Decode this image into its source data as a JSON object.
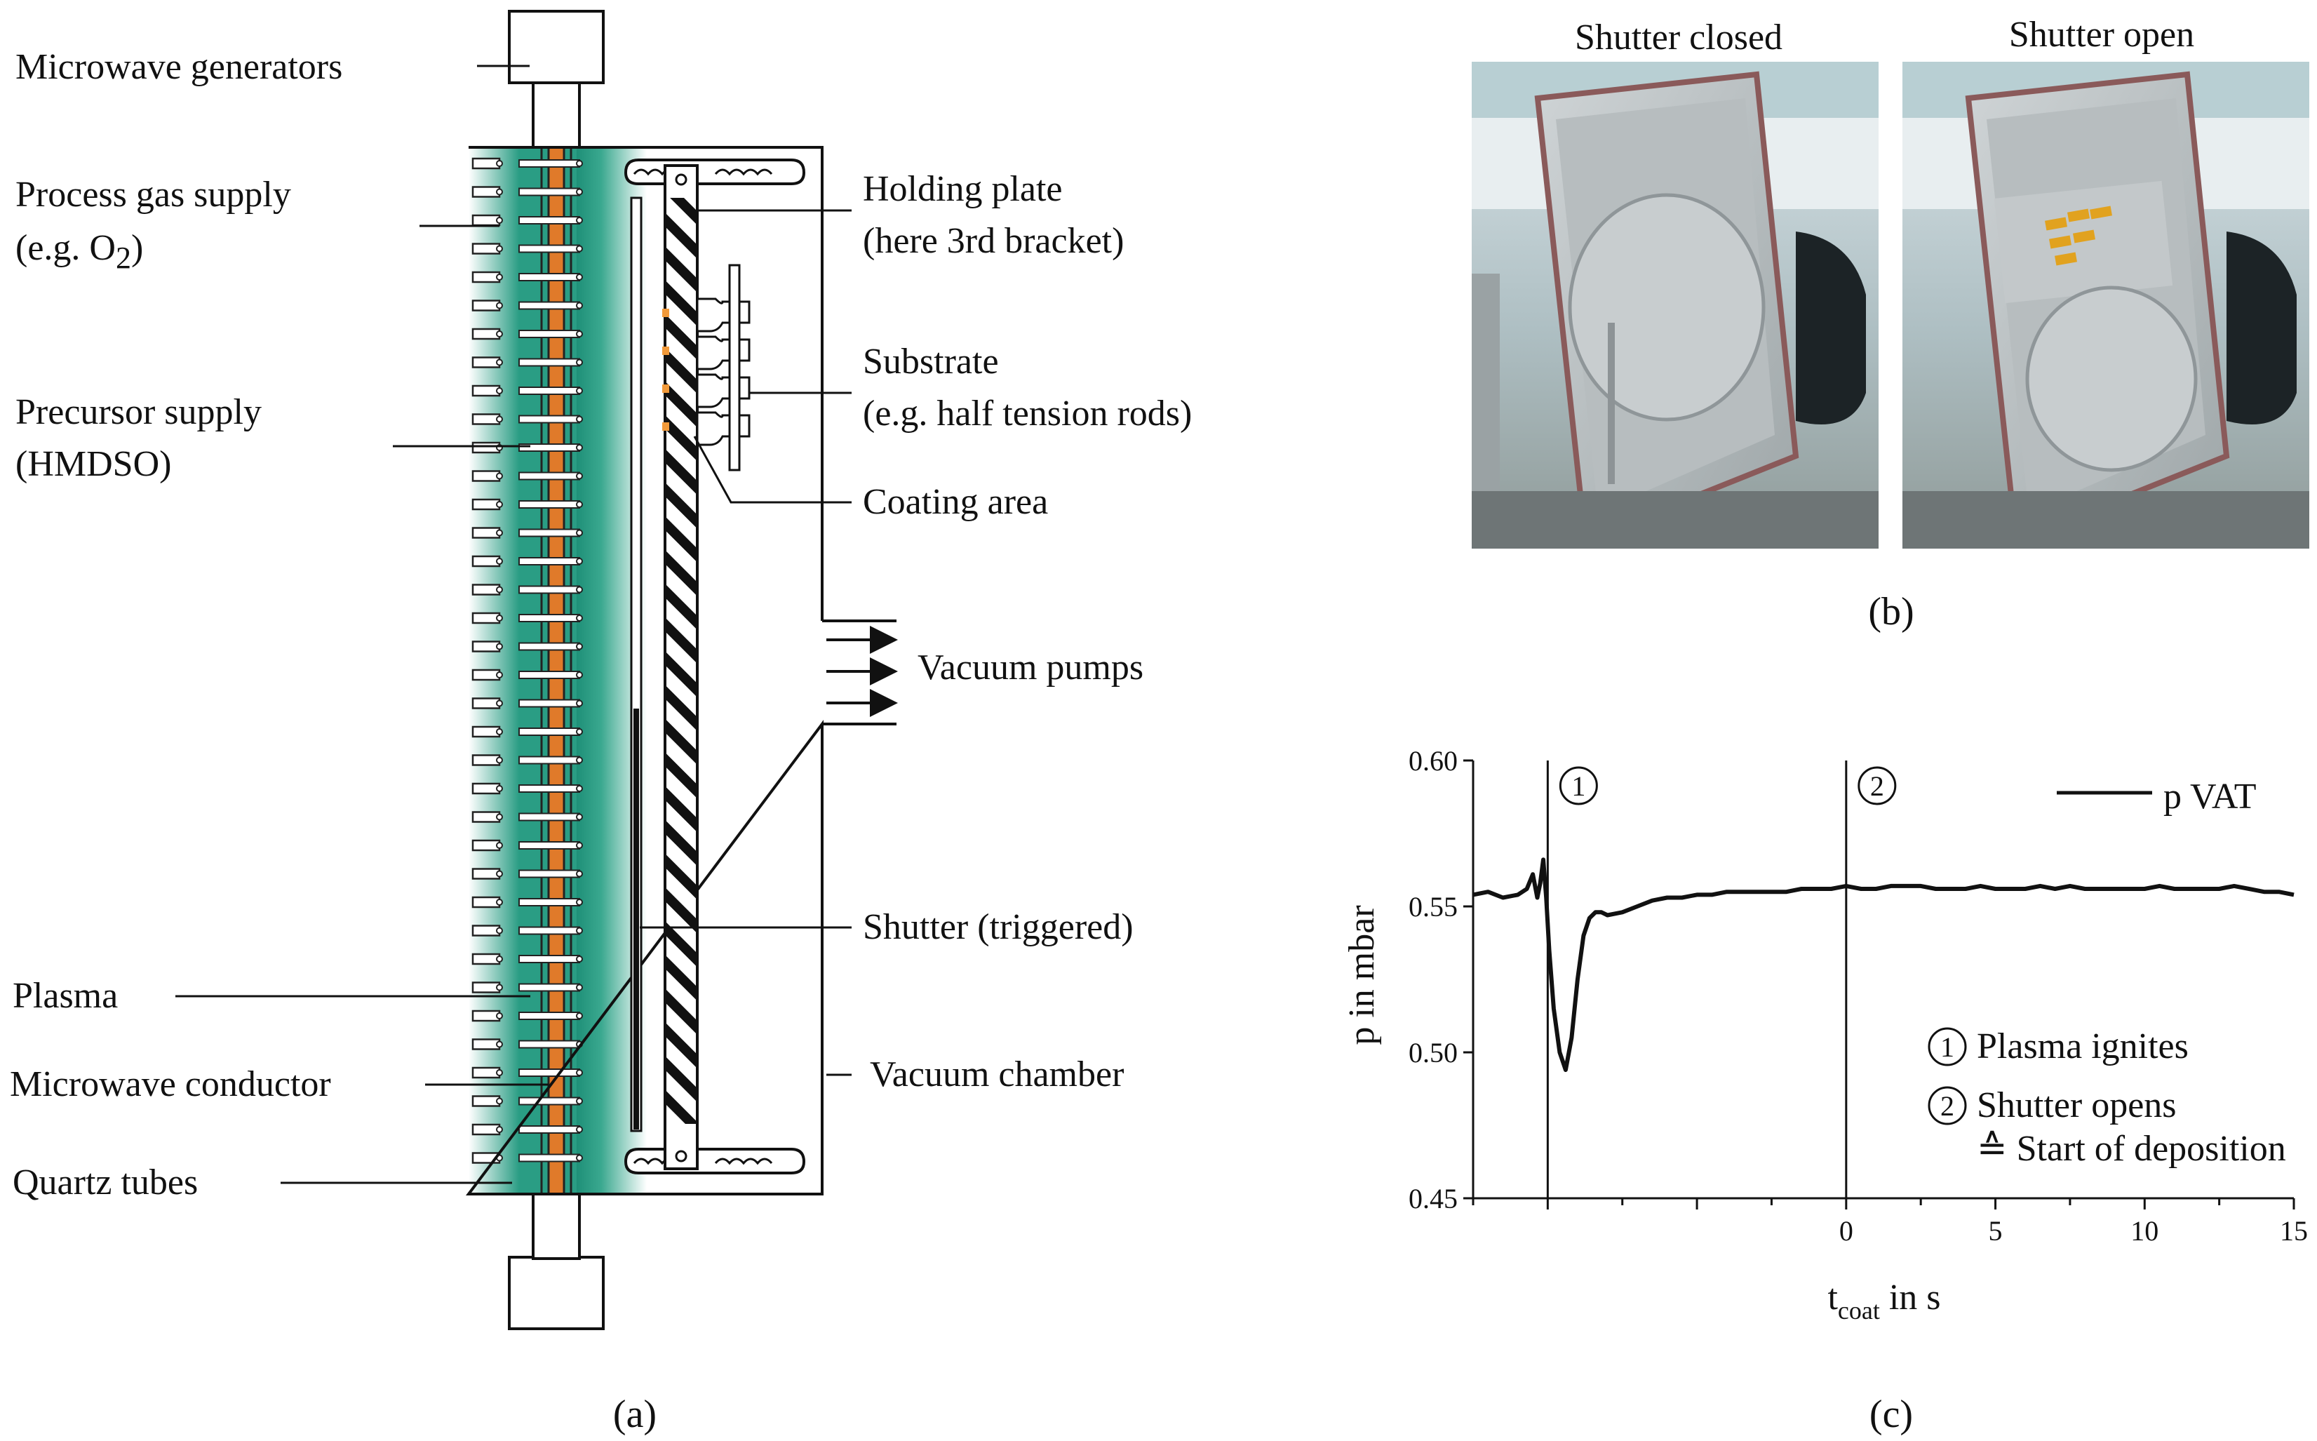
{
  "diagram": {
    "labels": {
      "microwave_generators": "Microwave generators",
      "process_gas_supply": "Process gas supply",
      "process_gas_example": "(e.g. O",
      "process_gas_sub": "2",
      "process_gas_close": ")",
      "precursor_supply": "Precursor supply",
      "precursor_name": "(HMDSO)",
      "plasma": "Plasma",
      "microwave_conductor": "Microwave conductor",
      "quartz_tubes": "Quartz tubes",
      "holding_plate": "Holding plate",
      "holding_plate_note": "(here 3rd bracket)",
      "substrate": "Substrate",
      "substrate_note": "(e.g. half tension rods)",
      "coating_area": "Coating area",
      "vacuum_pumps": "Vacuum pumps",
      "shutter": "Shutter (triggered)",
      "vacuum_chamber": "Vacuum chamber"
    },
    "captions": {
      "a": "(a)",
      "b": "(b)",
      "c": "(c)"
    },
    "colors": {
      "plasma": "#2a9d84",
      "conductor": "#e07a2a",
      "coating": "#f29a3a"
    }
  },
  "photos": {
    "closed_title": "Shutter closed",
    "open_title": "Shutter open"
  },
  "chart_data": {
    "type": "line",
    "xlabel_main": "t",
    "xlabel_sub": "coat",
    "xlabel_unit": " in s",
    "ylabel": "p in mbar",
    "xlim": [
      -12.5,
      15
    ],
    "ylim": [
      0.45,
      0.6
    ],
    "xticks": [
      0,
      5,
      10,
      15
    ],
    "yticks": [
      "0.45",
      "0.50",
      "0.55",
      "0.60"
    ],
    "legend": "p VAT",
    "events": [
      {
        "marker": "1",
        "x": -10,
        "text": "Plasma ignites"
      },
      {
        "marker": "2",
        "x": 0,
        "text": "Shutter opens",
        "text2": "≙ Start of deposition"
      }
    ],
    "series": [
      {
        "x": [
          -12.5,
          -12,
          -11.5,
          -11,
          -10.7,
          -10.5,
          -10.35,
          -10.25,
          -10.15,
          -10.05,
          -9.95,
          -9.8,
          -9.6,
          -9.4,
          -9.2,
          -9.0,
          -8.8,
          -8.6,
          -8.4,
          -8.2,
          -8.0,
          -7.5,
          -7.0,
          -6.5,
          -6.0,
          -5.5,
          -5.0,
          -4.5,
          -4.0,
          -3.5,
          -3.0,
          -2.5,
          -2.0,
          -1.5,
          -1.0,
          -0.5,
          0.0,
          0.5,
          1.0,
          1.5,
          2.0,
          2.5,
          3.0,
          3.5,
          4.0,
          4.5,
          5.0,
          5.5,
          6.0,
          6.5,
          7.0,
          7.5,
          8.0,
          8.5,
          9.0,
          9.5,
          10.0,
          10.5,
          11.0,
          11.5,
          12.0,
          12.5,
          13.0,
          13.5,
          14.0,
          14.5,
          15.0
        ],
        "y": [
          0.554,
          0.555,
          0.553,
          0.554,
          0.556,
          0.561,
          0.553,
          0.558,
          0.566,
          0.553,
          0.535,
          0.515,
          0.5,
          0.494,
          0.505,
          0.525,
          0.54,
          0.546,
          0.548,
          0.548,
          0.547,
          0.548,
          0.55,
          0.552,
          0.553,
          0.553,
          0.554,
          0.554,
          0.555,
          0.555,
          0.555,
          0.555,
          0.555,
          0.556,
          0.556,
          0.556,
          0.557,
          0.556,
          0.556,
          0.557,
          0.557,
          0.557,
          0.556,
          0.556,
          0.556,
          0.557,
          0.556,
          0.556,
          0.556,
          0.557,
          0.556,
          0.557,
          0.556,
          0.556,
          0.556,
          0.556,
          0.556,
          0.557,
          0.556,
          0.556,
          0.556,
          0.556,
          0.557,
          0.556,
          0.555,
          0.555,
          0.554
        ]
      }
    ]
  }
}
